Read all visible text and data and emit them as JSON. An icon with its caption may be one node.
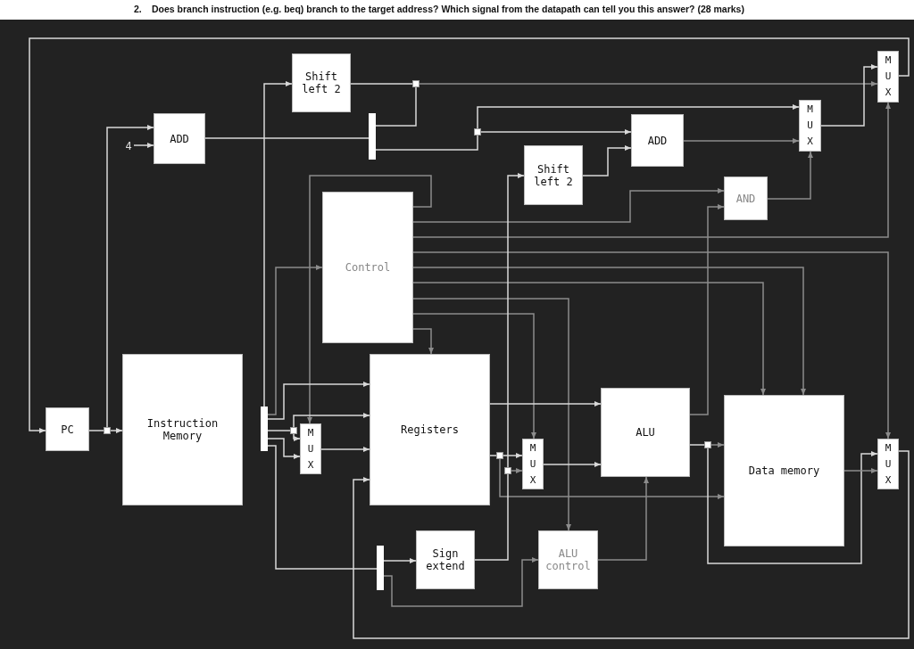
{
  "diagram": {
    "title": "Does branch instruction (e.g. beq) branch to the target address?  Which signal from the datapath can tell you this answer?  (28 marks)",
    "nodes": [
      {
        "text": [
          "Shift left 2"
        ]
      },
      {
        "text": [
          "ADD"
        ]
      },
      {
        "text": [
          "4"
        ]
      },
      {
        "text": [],
        "shape": "bar"
      },
      {
        "text": [],
        "shape": "box"
      },
      {
        "text": [],
        "shape": "box"
      },
      {
        "text": [
          "M U X"
        ]
      },
      {
        "text": [
          "ADD"
        ]
      },
      {
        "text": [
          "M U X"
        ]
      },
      {
        "text": [
          "Shift left 2"
        ]
      },
      {
        "text": [
          "AND"
        ]
      },
      {
        "text": [
          "Control"
        ]
      },
      {
        "text": [
          "Instruction Memory"
        ]
      },
      {
        "text": [
          "Registers"
        ]
      },
      {
        "text": [
          "ALU"
        ]
      },
      {
        "text": [
          "Data memory"
        ]
      },
      {
        "text": [
          "PC"
        ]
      },
      {
        "text": [],
        "shape": "box"
      },
      {
        "text": [],
        "shape": "bar"
      },
      {
        "text": [],
        "shape": "box"
      },
      {
        "text": [
          "M U X"
        ]
      },
      {
        "text": [],
        "shape": "box"
      },
      {
        "text": [
          "M U X"
        ]
      },
      {
        "text": [],
        "shape": "box"
      },
      {
        "text": [],
        "shape": "box"
      },
      {
        "text": [
          "M U X"
        ]
      },
      {
        "text": [
          "Sign extend"
        ]
      },
      {
        "text": [
          "ALU control"
        ]
      },
      {
        "text": [],
        "shape": "bar"
      }
    ],
    "edges": [
      {
        "from": 16,
        "to": 17,
        "arrow": "none"
      },
      {
        "from": 17,
        "to": 12,
        "arrow": "to"
      },
      {
        "from": 17,
        "to": 1,
        "arrow": "to"
      },
      {
        "from": 2,
        "to": 1,
        "arrow": "to"
      },
      {
        "from": 1,
        "to": 3,
        "arrow": "none"
      },
      {
        "from": 3,
        "to": 4,
        "arrow": "none"
      },
      {
        "from": 0,
        "to": 4,
        "arrow": "none"
      },
      {
        "from": 4,
        "to": 6,
        "arrow": "to",
        "color": "#8c8c8c"
      },
      {
        "from": 3,
        "to": 5,
        "arrow": "none"
      },
      {
        "from": 5,
        "to": 8,
        "arrow": "to"
      },
      {
        "from": 5,
        "to": 7,
        "arrow": "to"
      },
      {
        "from": 9,
        "to": 7,
        "arrow": "to"
      },
      {
        "from": 7,
        "to": 8,
        "arrow": "to",
        "color": "#8c8c8c"
      },
      {
        "from": 10,
        "to": 8,
        "arrow": "to",
        "color": "#8c8c8c"
      },
      {
        "from": 8,
        "to": 6,
        "arrow": "to"
      },
      {
        "from": 6,
        "to": 16,
        "arrow": "to"
      },
      {
        "from": 11,
        "to": 6,
        "arrow": "to",
        "color": "#8c8c8c"
      },
      {
        "from": 11,
        "to": 10,
        "arrow": "to",
        "color": "#8c8c8c"
      },
      {
        "from": 14,
        "to": 10,
        "arrow": "to",
        "color": "#8c8c8c"
      },
      {
        "from": 11,
        "to": 25,
        "arrow": "to",
        "color": "#8c8c8c"
      },
      {
        "from": 11,
        "to": 15,
        "arrow": "to",
        "color": "#8c8c8c"
      },
      {
        "from": 11,
        "to": 15,
        "arrow": "to",
        "color": "#8c8c8c"
      },
      {
        "from": 11,
        "to": 27,
        "arrow": "to",
        "color": "#8c8c8c"
      },
      {
        "from": 11,
        "to": 22,
        "arrow": "to",
        "color": "#8c8c8c"
      },
      {
        "from": 11,
        "to": 13,
        "arrow": "to",
        "color": "#8c8c8c"
      },
      {
        "from": 11,
        "to": 20,
        "arrow": "to",
        "color": "#8c8c8c"
      },
      {
        "from": 18,
        "to": 11,
        "arrow": "to",
        "color": "#8c8c8c"
      },
      {
        "from": 18,
        "to": 0,
        "arrow": "to"
      },
      {
        "from": 18,
        "to": 13,
        "arrow": "to"
      },
      {
        "from": 18,
        "to": 19,
        "arrow": "none"
      },
      {
        "from": 19,
        "to": 13,
        "arrow": "to"
      },
      {
        "from": 19,
        "to": 20,
        "arrow": "to"
      },
      {
        "from": 18,
        "to": 20,
        "arrow": "to"
      },
      {
        "from": 18,
        "to": 28,
        "arrow": "none"
      },
      {
        "from": 28,
        "to": 26,
        "arrow": "to"
      },
      {
        "from": 28,
        "to": 27,
        "arrow": "to",
        "color": "#8c8c8c"
      },
      {
        "from": 20,
        "to": 13,
        "arrow": "to"
      },
      {
        "from": 25,
        "to": 13,
        "arrow": "to"
      },
      {
        "from": 13,
        "to": 14,
        "arrow": "to"
      },
      {
        "from": 13,
        "to": 21,
        "arrow": "none"
      },
      {
        "from": 21,
        "to": 22,
        "arrow": "to"
      },
      {
        "from": 21,
        "to": 15,
        "arrow": "to",
        "color": "#8c8c8c"
      },
      {
        "from": 26,
        "to": 23,
        "arrow": "none"
      },
      {
        "from": 23,
        "to": 22,
        "arrow": "to",
        "color": "#8c8c8c"
      },
      {
        "from": 23,
        "to": 9,
        "arrow": "to"
      },
      {
        "from": 22,
        "to": 14,
        "arrow": "to"
      },
      {
        "from": 27,
        "to": 14,
        "arrow": "to",
        "color": "#8c8c8c"
      },
      {
        "from": 14,
        "to": 24,
        "arrow": "none"
      },
      {
        "from": 24,
        "to": 15,
        "arrow": "to",
        "color": "#8c8c8c"
      },
      {
        "from": 24,
        "to": 25,
        "arrow": "to"
      },
      {
        "from": 15,
        "to": 25,
        "arrow": "to",
        "color": "#8c8c8c"
      }
    ],
    "labels": [
      "2."
    ]
  }
}
